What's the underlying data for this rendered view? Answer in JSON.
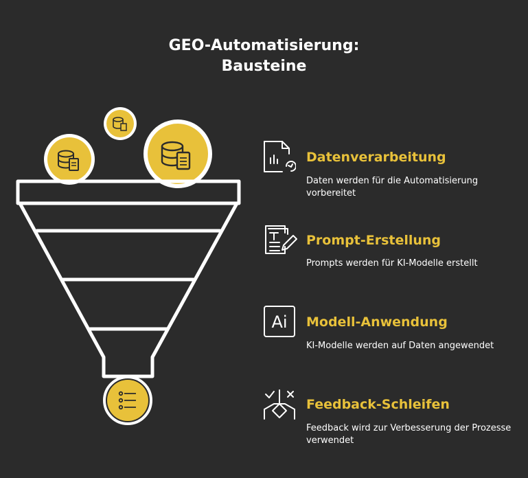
{
  "title": {
    "line1": "GEO-Automatisierung:",
    "line2": "Bausteine"
  },
  "items": [
    {
      "label": "Datenverarbeitung",
      "description": "Daten werden für die Automatisierung vorbereitet",
      "icon": "chart-refresh-icon"
    },
    {
      "label": "Prompt-Erstellung",
      "description": "Prompts werden für KI-Modelle erstellt",
      "icon": "document-pen-icon"
    },
    {
      "label": "Modell-Anwendung",
      "description": "KI-Modelle werden auf Daten angewendet",
      "icon": "ai-icon",
      "icon_text": "Ai"
    },
    {
      "label": "Feedback-Schleifen",
      "description": "Feedback wird zur Verbesserung der Prozesse verwendet",
      "icon": "feedback-loop-icon"
    }
  ],
  "colors": {
    "background": "#2b2b2b",
    "accent": "#e8c13a",
    "stroke": "#ffffff"
  }
}
